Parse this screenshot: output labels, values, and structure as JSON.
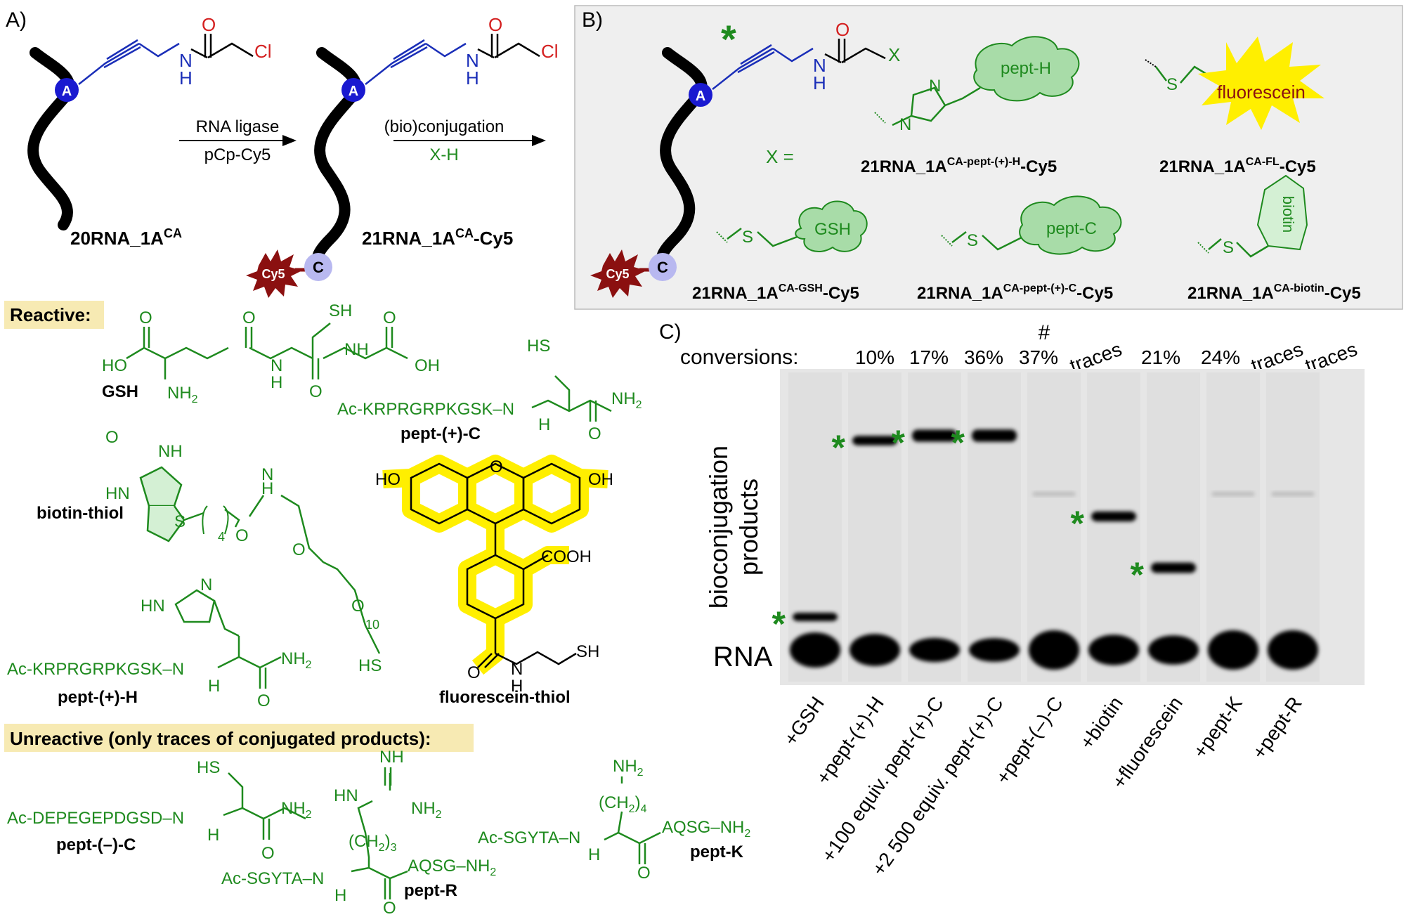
{
  "colors": {
    "reagent_green": "#1e8a1e",
    "oxygen_red": "#d42020",
    "nitrogen_blue": "#1a2eb8",
    "cy5_darkred": "#8b1010",
    "nucleotide_c_lavender": "#b8b8f0",
    "adenosine_blue": "#1a1ad0",
    "reactive_label_bg": "#f7eab3",
    "panel_b_bg": "#efefef",
    "fluorescein_yellow": "#ffef00"
  },
  "panel_a": {
    "label": "A)",
    "adenosine": "A",
    "cytidine": "C",
    "cy5": "Cy5",
    "cl": "Cl",
    "o": "O",
    "n": "N",
    "h": "H",
    "step1_top": "RNA ligase",
    "step1_bottom": "pCp-Cy5",
    "step2_top": "(bio)conjugation",
    "step2_bottom": "X-H",
    "start_name": "20RNA_1A",
    "start_sup": "CA",
    "product_name": "21RNA_1A",
    "product_sup": "CA",
    "product_suffix": "-Cy5"
  },
  "panel_b": {
    "label": "B)",
    "asterisk": "*",
    "x": "X",
    "x_equals": "X =",
    "s": "S",
    "pept_h": "pept-H",
    "fluorescein": "fluorescein",
    "gsh": "GSH",
    "pept_c": "pept-C",
    "biotin": "biotin",
    "prod_pepth_sup": "CA-pept-(+)-H",
    "prod_fl_sup": "CA-FL",
    "prod_gsh_sup": "CA-GSH",
    "prod_peptc_sup": "CA-pept-(+)-C",
    "prod_biotin_sup": "CA-biotin",
    "prod_base": "21RNA_1A",
    "prod_suffix": "-Cy5"
  },
  "reagents": {
    "reactive_label": "Reactive:",
    "unreactive_label": "Unreactive (only traces of conjugated products):",
    "gsh": "GSH",
    "pept_pos_c": "pept-(+)-C",
    "biotin_thiol": "biotin-thiol",
    "pept_pos_h": "pept-(+)-H",
    "fluorescein_thiol": "fluorescein-thiol",
    "pept_neg_c": "pept-(–)-C",
    "pept_r": "pept-R",
    "pept_k": "pept-K",
    "seq_pos": "Ac-KRPRGRPKGSK",
    "seq_neg": "Ac-DEPEGEPDGSD",
    "seq_sgyta": "Ac-SGYTA",
    "aqsg": "AQSG",
    "nh2": "NH",
    "two": "2",
    "sh": "SH",
    "hs": "HS",
    "ho": "HO",
    "oh": "OH",
    "o": "O",
    "n": "N",
    "h": "H",
    "nh": "NH",
    "hn": "HN",
    "s": "S",
    "cooh": "COOH",
    "ch2_3": "(CH",
    "sub3": "3",
    "sub4": "4",
    "sub10": "10"
  },
  "panel_c": {
    "label": "C)",
    "conversions_label": "conversions:",
    "hash": "#",
    "conversions": [
      "10%",
      "17%",
      "36%",
      "37%",
      "traces",
      "21%",
      "24%",
      "traces",
      "traces"
    ],
    "lanes": [
      "+GSH",
      "+pept-(+)-H",
      "+100 equiv. pept-(+)-C",
      "+2 500 equiv. pept-(+)-C",
      "+pept-(–)-C",
      "+biotin",
      "+fluorescein",
      "+pept-K",
      "+pept-R"
    ],
    "conversion_fraction": [
      0.1,
      0.17,
      0.36,
      0.37,
      0.0,
      0.21,
      0.24,
      0.0,
      0.0
    ],
    "y_label_1": "bioconjugation",
    "y_label_2": "products",
    "rna_label": "RNA",
    "asterisk": "*"
  }
}
